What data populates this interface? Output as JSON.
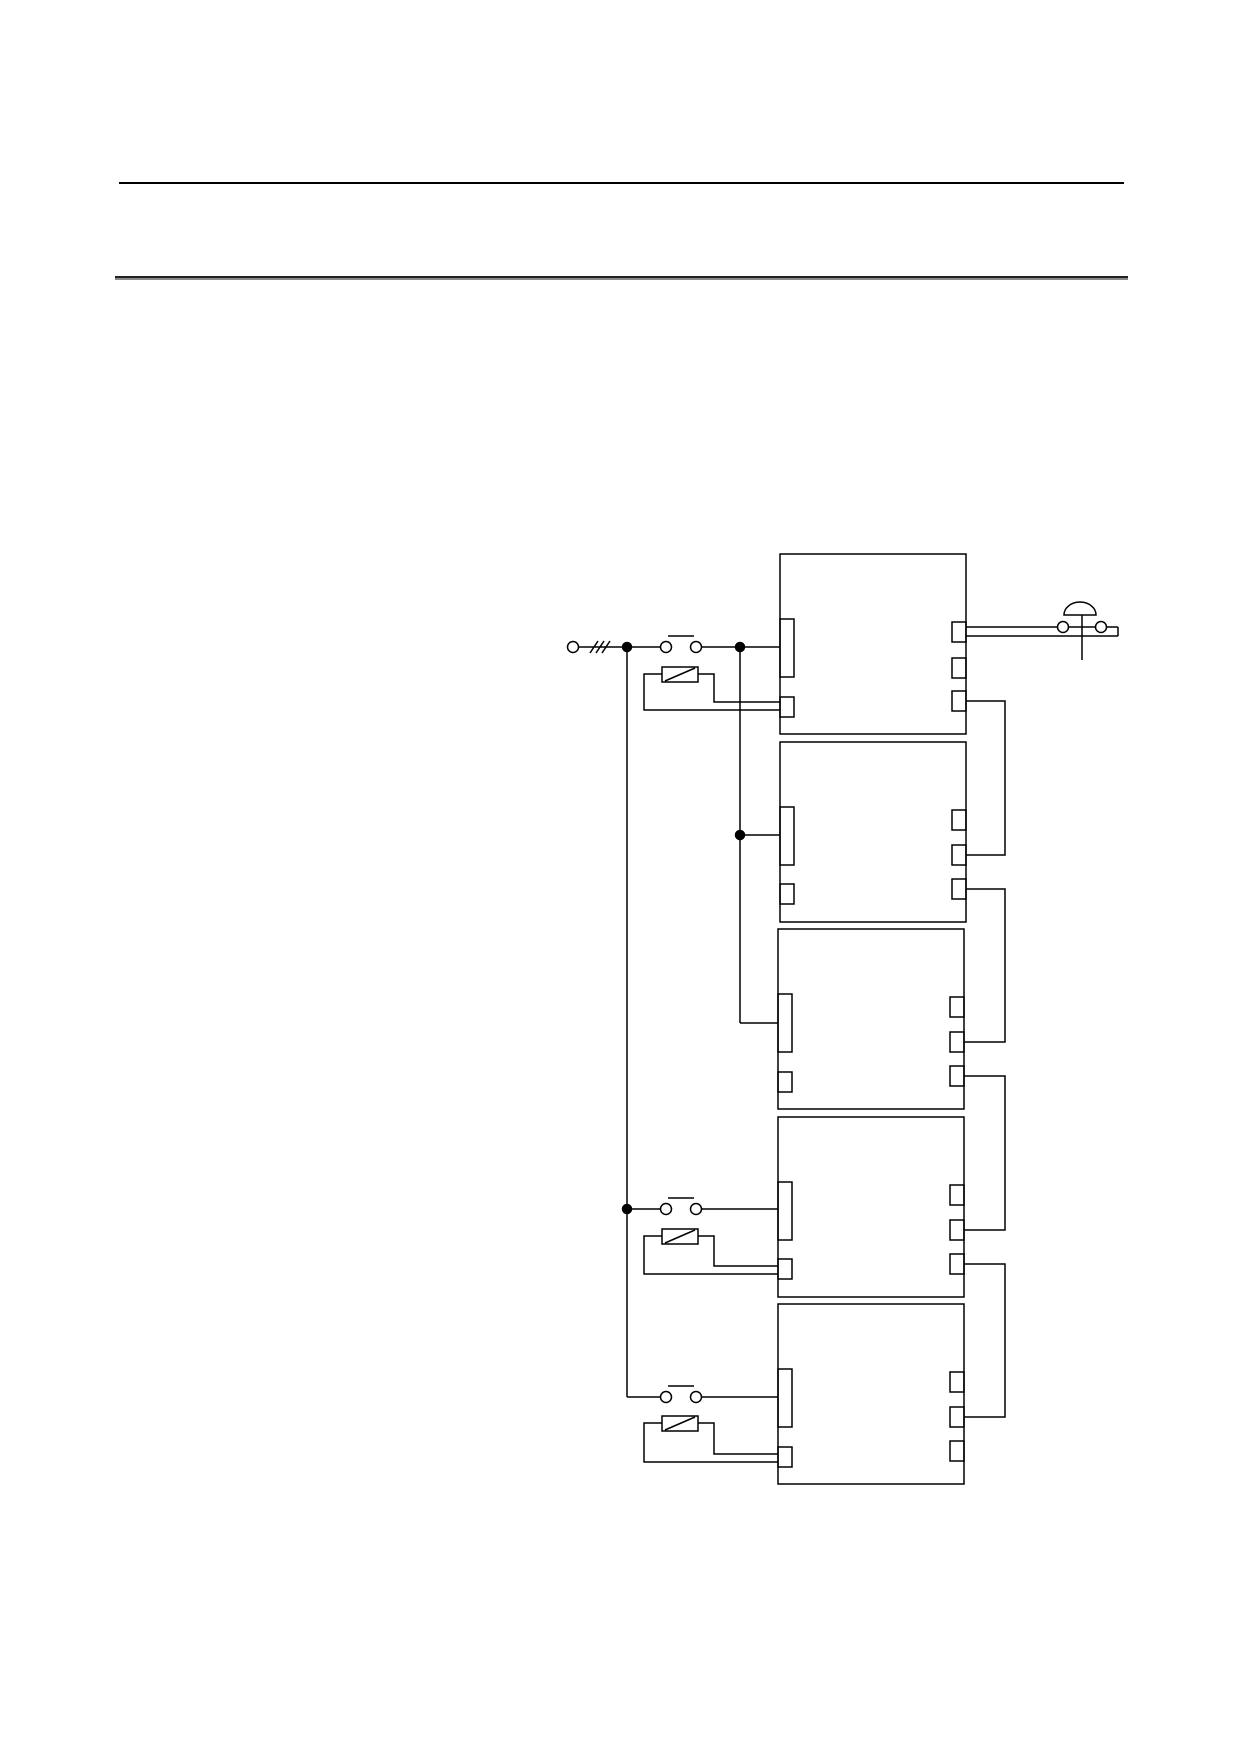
{
  "page": {
    "rules": [
      "single-rule",
      "double-rule"
    ]
  },
  "diagram": {
    "type": "wiring-schematic",
    "module_count": 5,
    "line_color": "#000000",
    "symbols": [
      "power-terminal-icon",
      "three-phase-mark-icon",
      "pushbutton-contact-icon",
      "relay-coil-icon",
      "junction-dot-icon",
      "signal-lamp-icon"
    ],
    "modules": [
      {
        "id": "module-1",
        "has_pushbutton": true,
        "has_lamp_output": true
      },
      {
        "id": "module-2",
        "has_pushbutton": false,
        "has_lamp_output": false
      },
      {
        "id": "module-3",
        "has_pushbutton": false,
        "has_lamp_output": false
      },
      {
        "id": "module-4",
        "has_pushbutton": true,
        "has_lamp_output": false
      },
      {
        "id": "module-5",
        "has_pushbutton": true,
        "has_lamp_output": false
      }
    ]
  }
}
